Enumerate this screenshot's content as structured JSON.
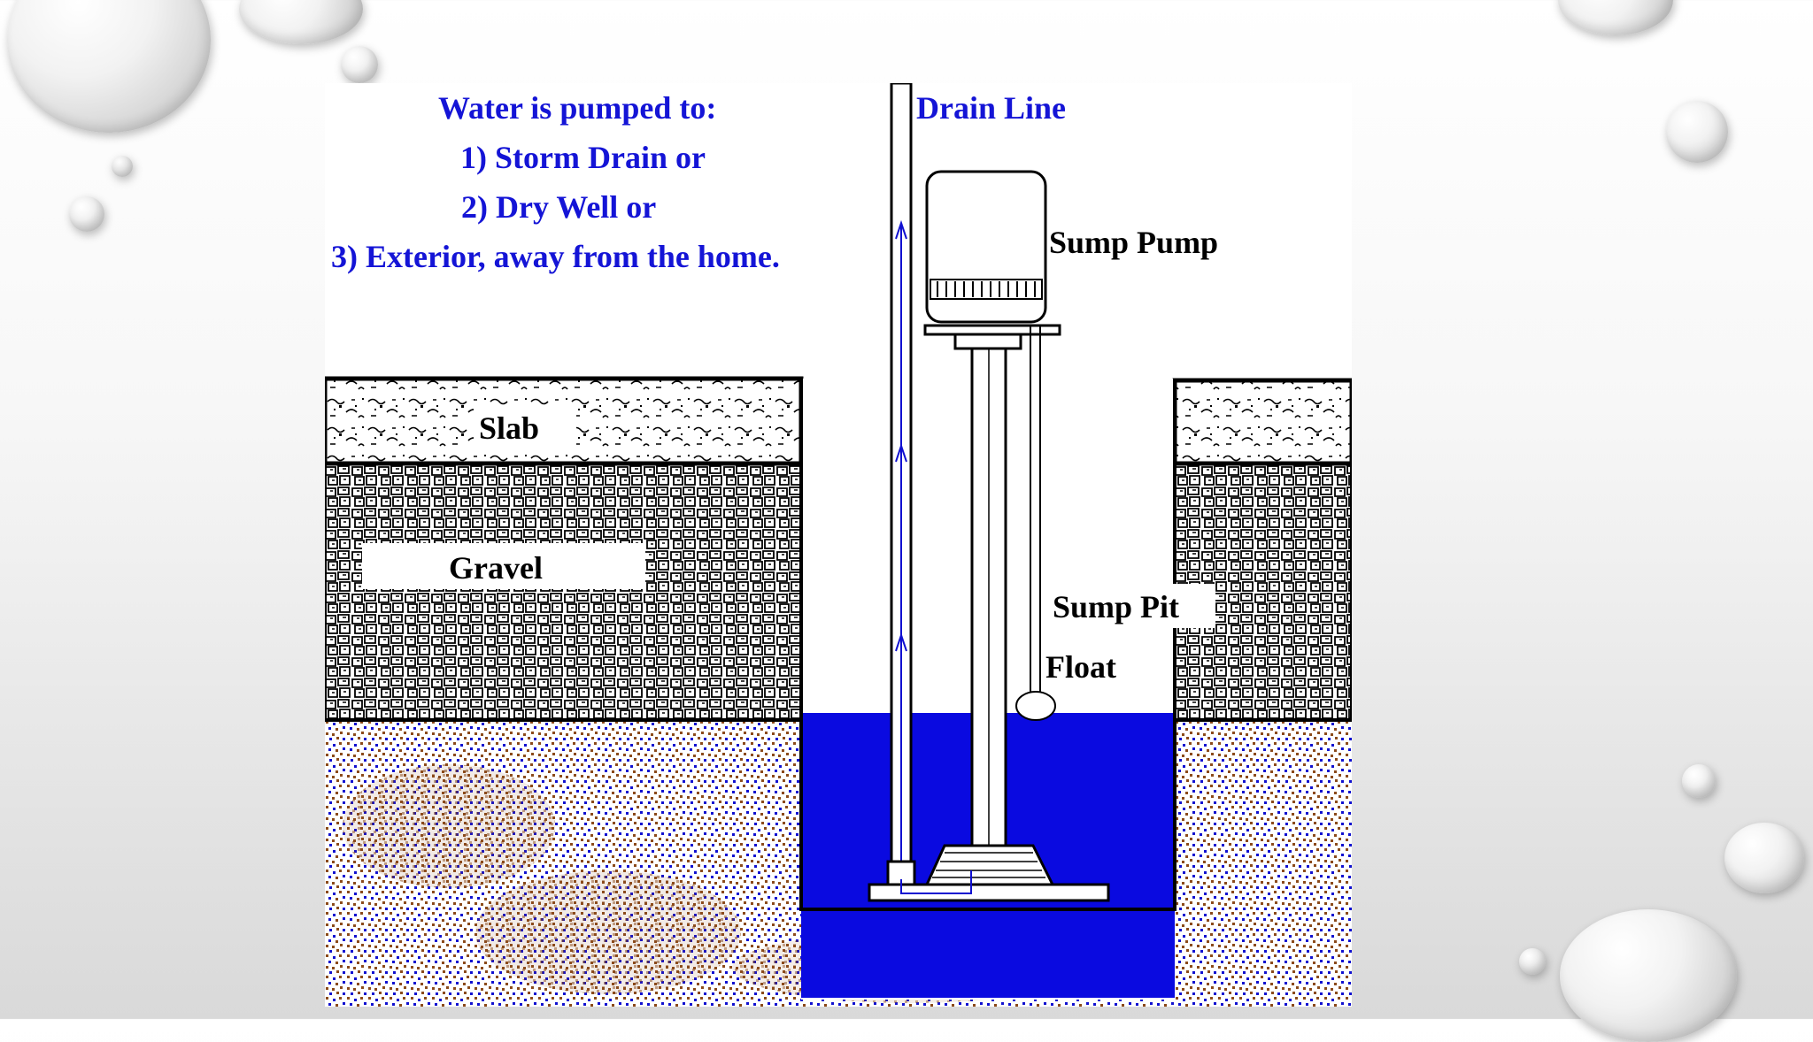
{
  "slide": {
    "caption": {
      "line1": "Water is pumped to:",
      "line2": "1) Storm Drain or",
      "line3": "2) Dry Well or",
      "line4": "3) Exterior, away from the home."
    },
    "labels": {
      "drain_line": "Drain Line",
      "sump_pump": "Sump Pump",
      "slab": "Slab",
      "gravel": "Gravel",
      "sump_pit": "Sump Pit",
      "float": "Float"
    },
    "colors": {
      "caption_blue": "#1414d6",
      "water_blue": "#0a0ae0",
      "soil_brown": "#8b4a1a",
      "outline": "#000000"
    }
  }
}
